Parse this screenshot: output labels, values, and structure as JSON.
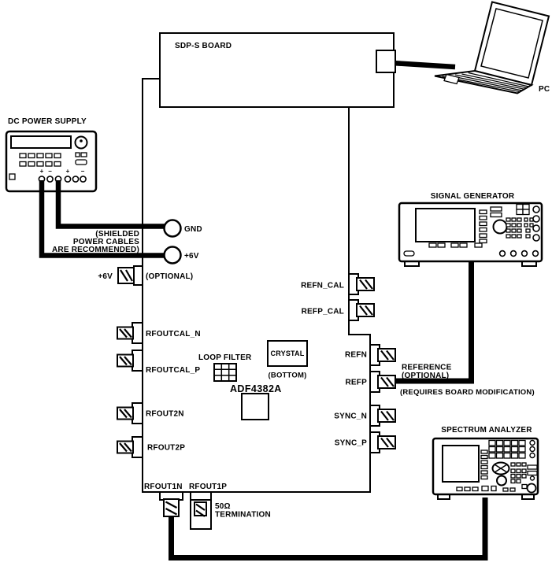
{
  "sdp_board": {
    "label": "SDP-S BOARD"
  },
  "pc": {
    "label": "PC"
  },
  "psu": {
    "label": "DC POWER SUPPLY",
    "plus": "+",
    "minus": "−"
  },
  "power": {
    "note1": "(SHIELDED",
    "note2": "POWER CABLES",
    "note3": "ARE RECOMMENDED)",
    "gnd": "GND",
    "v6": "+6V",
    "v6_aux": "+6V",
    "v6_aux_note": "(OPTIONAL)"
  },
  "board": {
    "chip": "ADF4382A",
    "loop_filter": "LOOP FILTER",
    "crystal": "CRYSTAL",
    "crystal_note": "(BOTTOM)"
  },
  "connectors": {
    "refn_cal": "REFN_CAL",
    "refp_cal": "REFP_CAL",
    "rfoutcal_n": "RFOUTCAL_N",
    "rfoutcal_p": "RFOUTCAL_P",
    "rfout2n": "RFOUT2N",
    "rfout2p": "RFOUT2P",
    "rfout1n": "RFOUT1N",
    "rfout1p": "RFOUT1P",
    "refn": "REFN",
    "refp": "REFP",
    "sync_n": "SYNC_N",
    "sync_p": "SYNC_P"
  },
  "termination": {
    "l1": "50Ω",
    "l2": "TERMINATION"
  },
  "reference_note": {
    "l1": "REFERENCE",
    "l2": "(OPTIONAL)",
    "l3": "(REQUIRES BOARD MODIFICATION)"
  },
  "instruments": {
    "siggen": "SIGNAL GENERATOR",
    "specan": "SPECTRUM ANALYZER"
  }
}
